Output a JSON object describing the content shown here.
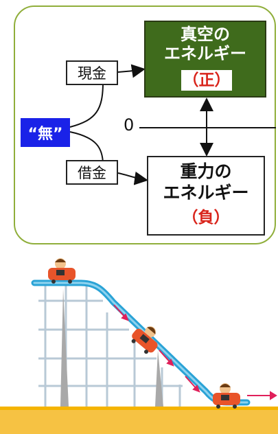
{
  "diagram": {
    "vacuum_box": {
      "line1": "真空の",
      "line2": "エネルギー",
      "sign": "（正）"
    },
    "gravity_box": {
      "line1": "重力の",
      "line2": "エネルギー",
      "sign": "（負）"
    },
    "cash_label": "現金",
    "debt_label": "借金",
    "nothing_label": "“無”",
    "zero_label": "0"
  },
  "colors": {
    "panel_border": "#8fae3a",
    "vacuum_fill": "#3f6b1c",
    "nothing_fill": "#1a22e8",
    "sign_text": "#d9241b",
    "track": "#2aa3d6",
    "car": "#e8542a",
    "ground_top": "#f5b400"
  },
  "illustration": {
    "car_icons": [
      "roller-coaster-car-icon",
      "roller-coaster-car-icon",
      "roller-coaster-car-icon"
    ],
    "arrow_color": "#e0205a"
  }
}
